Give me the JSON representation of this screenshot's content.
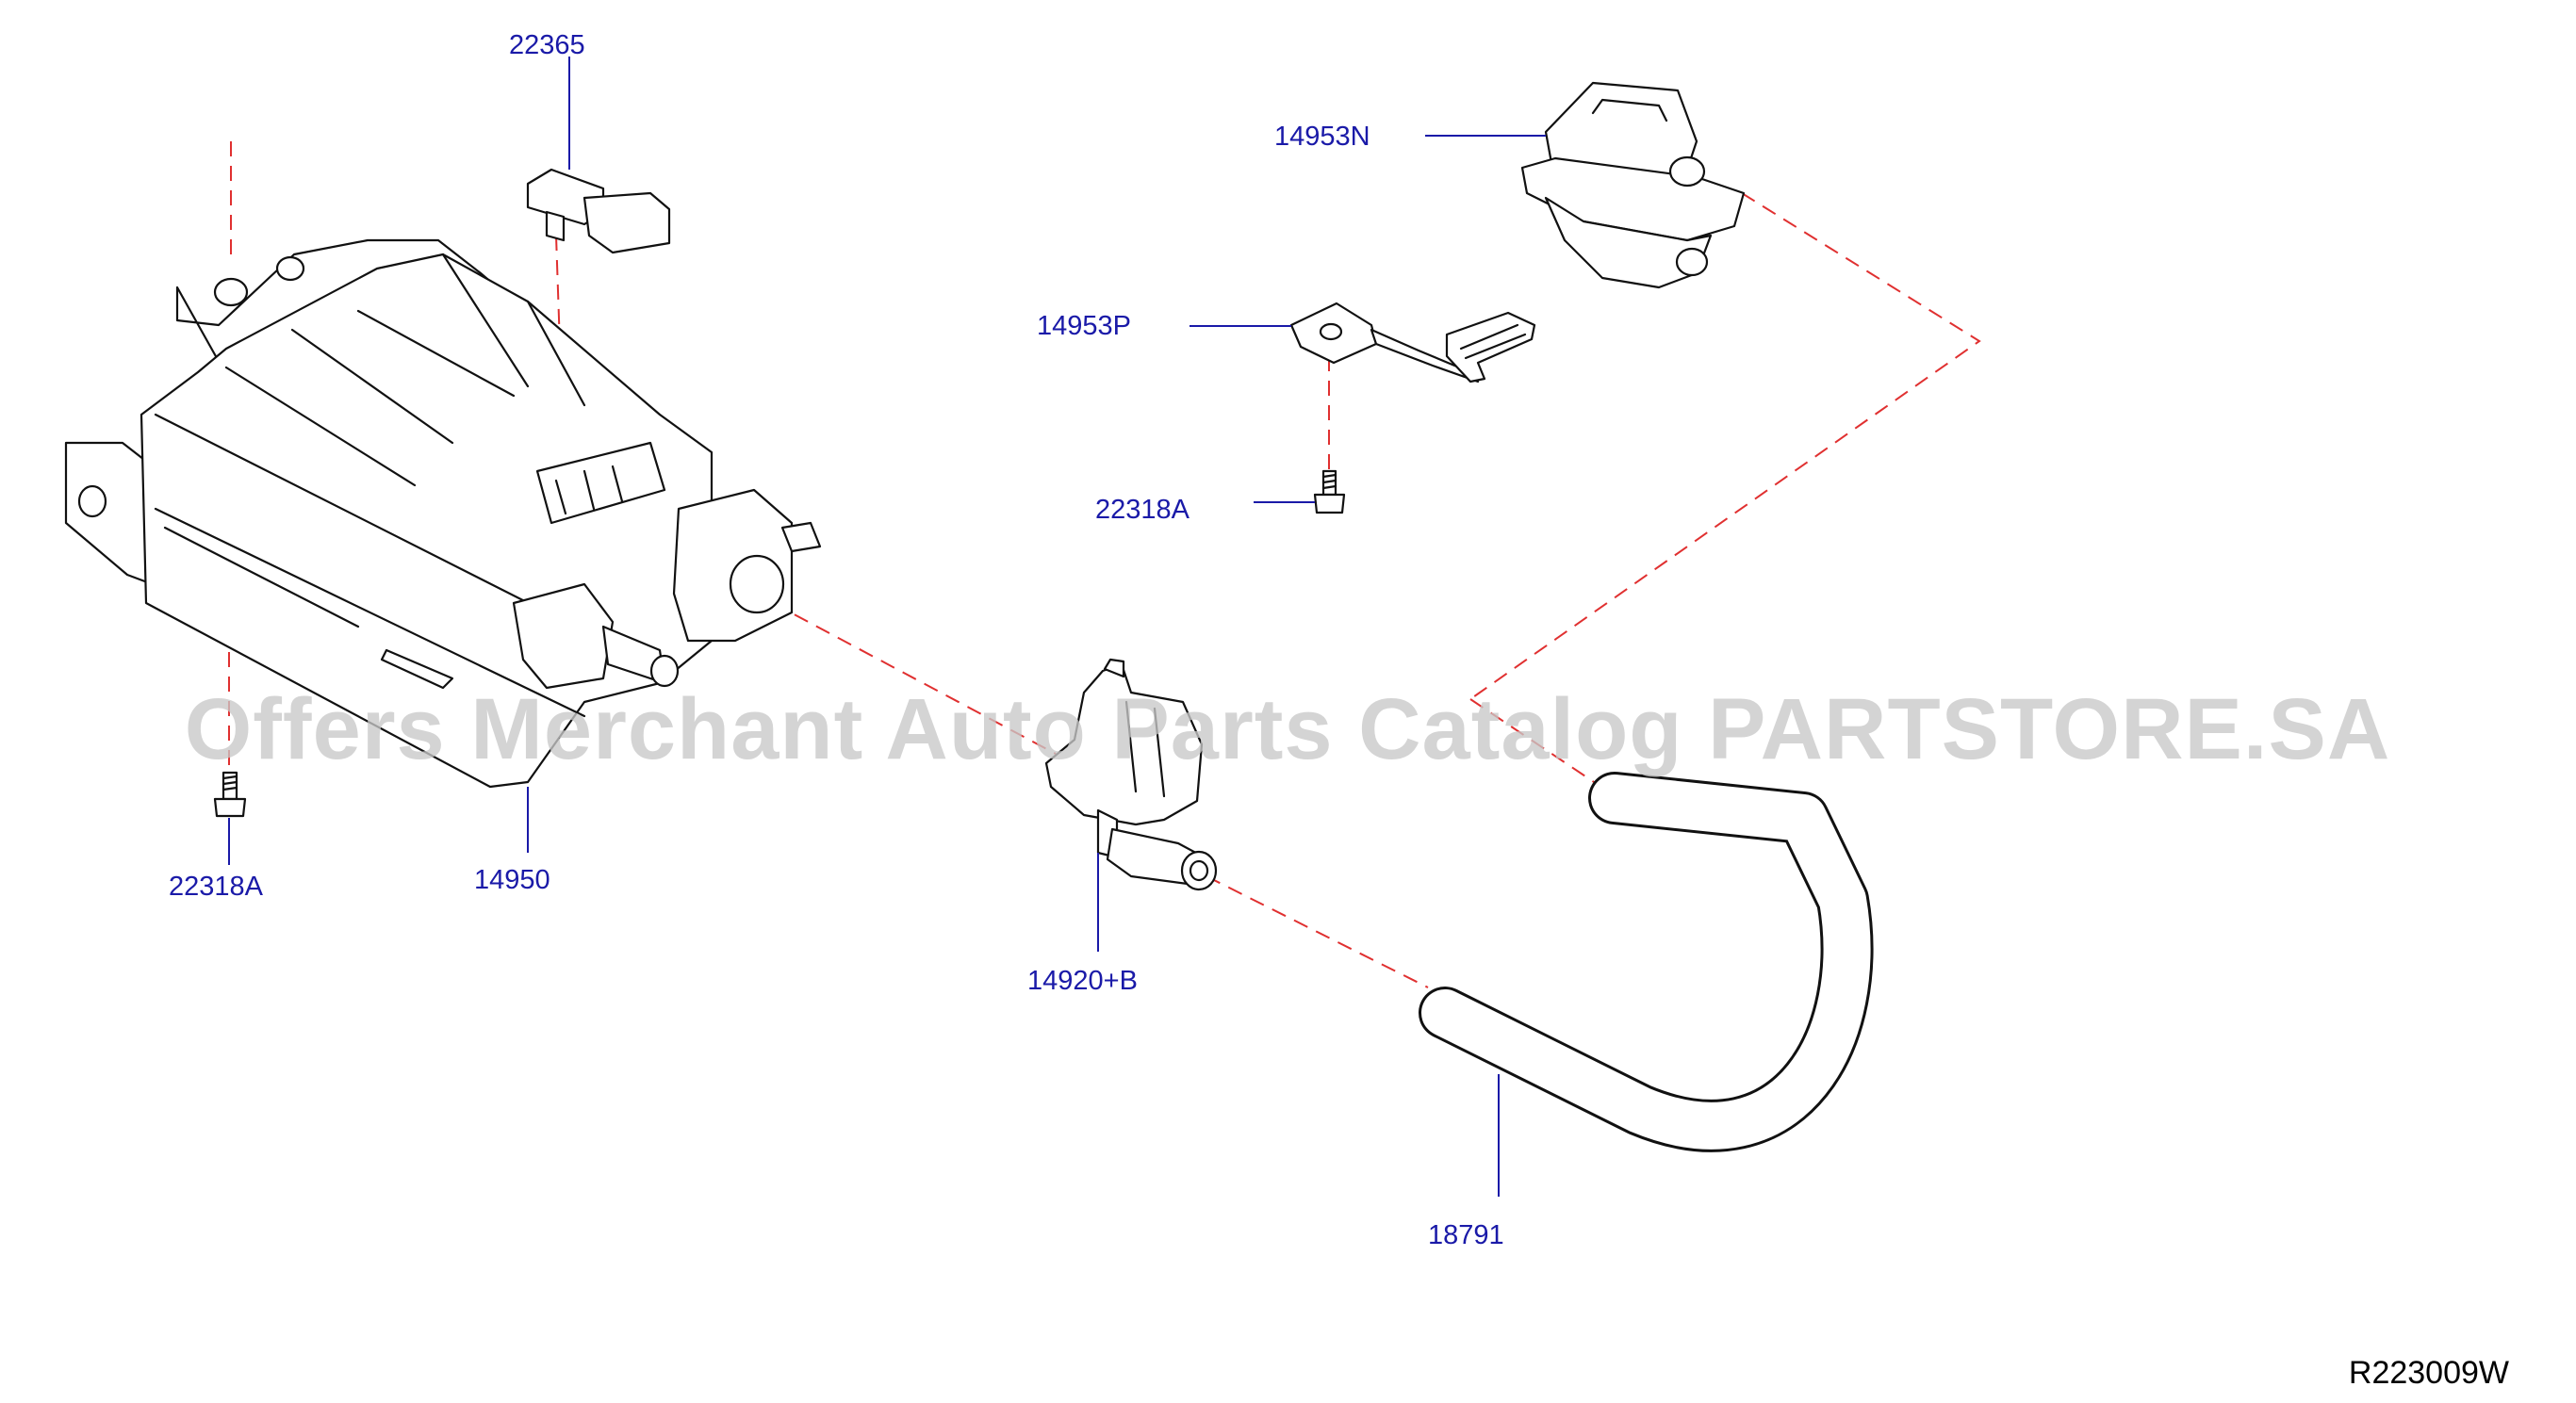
{
  "watermark": "Offers Merchant Auto Parts Catalog PARTSTORE.SA",
  "drawing_ref": "R223009W",
  "callouts": {
    "p22365": "22365",
    "p14953N": "14953N",
    "p14953P": "14953P",
    "p22318A_right": "22318A",
    "p22318A_left": "22318A",
    "p14950": "14950",
    "p14920B": "14920+B",
    "p18791": "18791"
  },
  "colors": {
    "callout_text": "#1a1aa8",
    "leader": "#1a1aa8",
    "guide_dash": "#e03030",
    "linework": "#111111",
    "watermark": "#c8c8c8"
  }
}
